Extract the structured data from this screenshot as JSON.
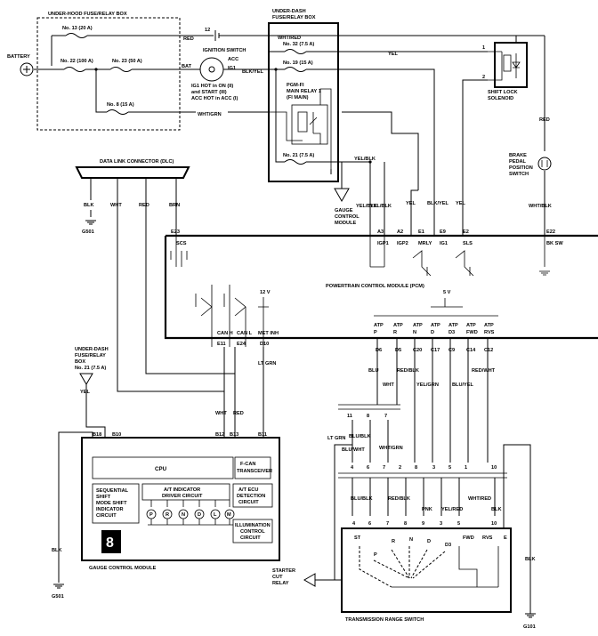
{
  "under_hood_box": {
    "title": "UNDER-HOOD FUSE/RELAY BOX",
    "fuse_13": "No. 13 (20 A)",
    "fuse_22": "No. 22 (100 A)",
    "fuse_23": "No. 23 (50 A)",
    "fuse_8": "No. 8 (15 A)",
    "battery": "BATTERY"
  },
  "ignition": {
    "title": "IGNITION SWITCH",
    "bat": "BAT",
    "acc": "ACC",
    "ig1": "IG1",
    "note1": "IG1 HOT in ON (II)",
    "note2": "and START (III)",
    "note3": "ACC HOT in ACC (I)"
  },
  "under_dash_box": {
    "title1": "UNDER-DASH",
    "title2": "FUSE/RELAY BOX",
    "fuse_32": "No. 32 (7.5 A)",
    "fuse_19": "No. 19 (15 A)",
    "fuse_21": "No. 21 (7.5 A)",
    "relay1": "PGM-FI",
    "relay2": "MAIN RELAY 1",
    "relay3": "(FI MAIN)"
  },
  "shift_lock": {
    "label1": "SHIFT LOCK",
    "label2": "SOLENOID",
    "pin1": "1",
    "pin2": "2"
  },
  "brake": {
    "l1": "BRAKE",
    "l2": "PEDAL",
    "l3": "POSITION",
    "l4": "SWITCH"
  },
  "dlc": {
    "label": "DATA LINK CONNECTOR (DLC)"
  },
  "gauge_ref": {
    "l1": "GAUGE",
    "l2": "CONTROL",
    "l3": "MODULE"
  },
  "pcm": {
    "label": "POWERTRAIN CONTROL MODULE (PCM)",
    "pins": [
      "E23",
      "A3",
      "A2",
      "E1",
      "E9",
      "E2",
      "E22"
    ],
    "pin_names": [
      "SCS",
      "IGP1",
      "IGP2",
      "MRLY",
      "IG1",
      "SLS",
      "BK SW"
    ],
    "can_pins": [
      "E11",
      "E24",
      "D10"
    ],
    "can_names": [
      "CAN H",
      "CAN L",
      "MET INH"
    ],
    "v12": "12 V",
    "v5": "5 V",
    "atp_top": [
      "ATP",
      "ATP",
      "ATP",
      "ATP",
      "ATP",
      "ATP",
      "ATP"
    ],
    "atp_names": [
      "P",
      "R",
      "N",
      "D",
      "D3",
      "FWD",
      "RVS"
    ],
    "atp_pins": [
      "D6",
      "D5",
      "C20",
      "C17",
      "C9",
      "C14",
      "C12"
    ]
  },
  "wires": {
    "red": "RED",
    "wht_red": "WHT/RED",
    "yel": "YEL",
    "blk_yel": "BLK/YEL",
    "wht_grn": "WHT/GRN",
    "yel_blk": "YEL/BLK",
    "yel_blk2": "YEL/BLK",
    "yel_blk3": "YEL/BLK",
    "yel2": "YEL",
    "blk_yel2": "BLK/YEL",
    "yel3": "YEL",
    "wht_blk": "WHT/BLK",
    "red2": "RED",
    "blk": "BLK",
    "wht": "WHT",
    "red3": "RED",
    "brn": "BRN",
    "g501": "G501",
    "wht2": "WHT",
    "red4": "RED",
    "lt_grn": "LT GRN",
    "yel4": "YEL",
    "blu": "BLU",
    "red_blk": "RED/BLK",
    "wht3": "WHT",
    "yel_grn": "YEL/GRN",
    "blu_yel": "BLU/YEL",
    "red_wht": "RED/WHT",
    "lt_grn2": "LT GRN",
    "blu_blk": "BLU/BLK",
    "wht_grn2": "WHT/GRN",
    "blu_wht": "BLU/WHT",
    "blu_blk2": "BLU/BLK",
    "red_blk2": "RED/BLK",
    "pnk": "PNK",
    "yel_red": "YEL/RED",
    "wht_red2": "WHT/RED",
    "blk2": "BLK",
    "blk3": "BLK",
    "blk4": "BLK"
  },
  "fuse21_ref": {
    "l1": "UNDER-DASH",
    "l2": "FUSE/RELAY",
    "l3": "BOX",
    "l4": "No. 21 (7.5 A)"
  },
  "gauge": {
    "label": "GAUGE CONTROL MODULE",
    "pins": [
      "B18",
      "B10",
      "B12",
      "B13",
      "B11"
    ],
    "cpu": "CPU",
    "fcan1": "F-CAN",
    "fcan2": "TRANSCEIVER",
    "seq1": "SEQUENTIAL",
    "seq2": "SHIFT",
    "seq3": "MODE SHIFT",
    "seq4": "INDICATOR",
    "seq5": "CIRCUIT",
    "at1": "A/T INDICATOR",
    "at2": "DRIVER CIRCUIT",
    "ecu1": "A/T ECU",
    "ecu2": "DETECTION",
    "ecu3": "CIRCUIT",
    "ill1": "ILLUMINATION",
    "ill2": "CONTROL",
    "ill3": "CIRCUIT",
    "indicators": [
      "P",
      "R",
      "N",
      "D",
      "L",
      "M"
    ],
    "digit": "8"
  },
  "g501b": "G501",
  "starter": {
    "l1": "STARTER",
    "l2": "CUT",
    "l3": "RELAY"
  },
  "connector": {
    "top_pins": [
      "11",
      "8",
      "7"
    ],
    "mid_pins": [
      "4",
      "6",
      "7",
      "2",
      "8",
      "3",
      "5",
      "1",
      "10"
    ],
    "low_pins": [
      "4",
      "6",
      "7",
      "8",
      "9",
      "3",
      "5",
      "10"
    ]
  },
  "trs": {
    "label": "TRANSMISSION RANGE SWITCH",
    "st": "ST",
    "fwd": "FWD",
    "rvs": "RVS",
    "e": "E",
    "p": "P",
    "r": "R",
    "n": "N",
    "d": "D",
    "d3": "D3"
  },
  "g101": "G101"
}
